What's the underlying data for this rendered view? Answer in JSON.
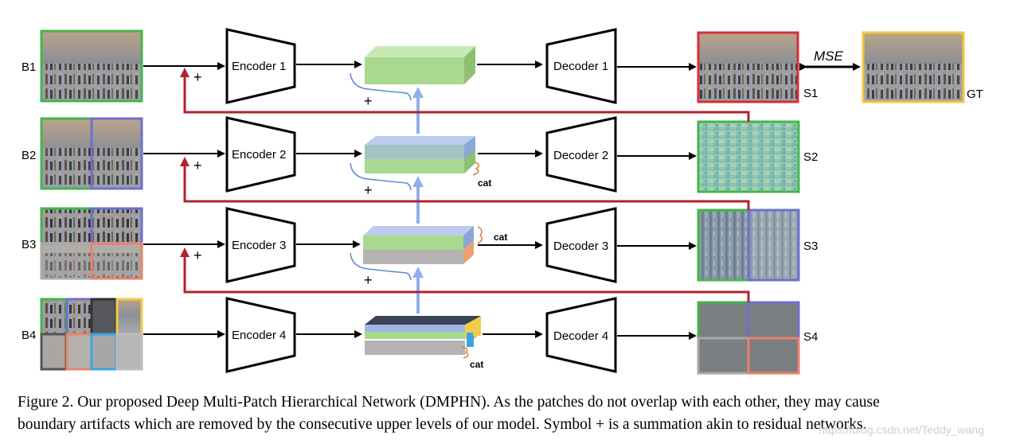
{
  "inputs": [
    "B1",
    "B2",
    "B3",
    "B4"
  ],
  "encoders": [
    "Encoder 1",
    "Encoder 2",
    "Encoder 3",
    "Encoder 4"
  ],
  "decoders": [
    "Decoder 1",
    "Decoder 2",
    "Decoder 3",
    "Decoder 4"
  ],
  "outputs": [
    "S1",
    "S2",
    "S3",
    "S4"
  ],
  "ground_truth": "GT",
  "loss_label": "MSE",
  "plus_symbol": "+",
  "cat_label": "cat",
  "caption": {
    "line1": "Figure 2. Our proposed Deep Multi-Patch Hierarchical Network (DMPHN). As the patches do not overlap with each other, they may cause",
    "line2": "boundary artifacts which are removed by the consecutive upper levels of our model. Symbol + is a summation akin to residual networks."
  },
  "watermark": "https://blog.csdn.net/Teddy_wang",
  "colors": {
    "patch_green": "#43b649",
    "patch_purple": "#6f6fd0",
    "patch_salmon": "#e9826b",
    "patch_blue": "#3aa6e0",
    "patch_yellow": "#f2cc4a",
    "patch_gray": "#a8a8a8",
    "s1_border": "#d62e35",
    "gt_border": "#efc93d",
    "residual_arrow": "#b0232d",
    "up_arrow": "#8fb0e8",
    "feature_green": "#a9d98f",
    "feature_blue": "#9fb6e4",
    "feature_gray": "#b5b3b3"
  }
}
